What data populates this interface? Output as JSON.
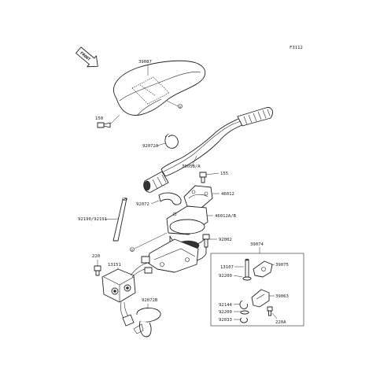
{
  "figure_code": "F3112",
  "front_label": "FRONT",
  "callouts": {
    "pad": "39087",
    "bolt_150": "150",
    "clamp_92072a": "92072A",
    "handlebar": "39058/A",
    "bolt_155": "155",
    "holder_46012": "46012",
    "clamp_92072": "92072",
    "holder_46012ab": "46012A/B",
    "tube": "92190/92191",
    "bolt_92002": "92002",
    "throttle_group": "39074",
    "screw_220": "220",
    "switch": "13151",
    "pin_13107": "13107",
    "lever_39075": "39075",
    "washer_92200a": "92200",
    "clamp_92072b": "92072B",
    "lever_39063": "39063",
    "ring_92144": "92144",
    "washer_92200b": "92200",
    "ring_92033": "92033",
    "screw_220a": "220A"
  },
  "markers": {
    "a": "a"
  }
}
